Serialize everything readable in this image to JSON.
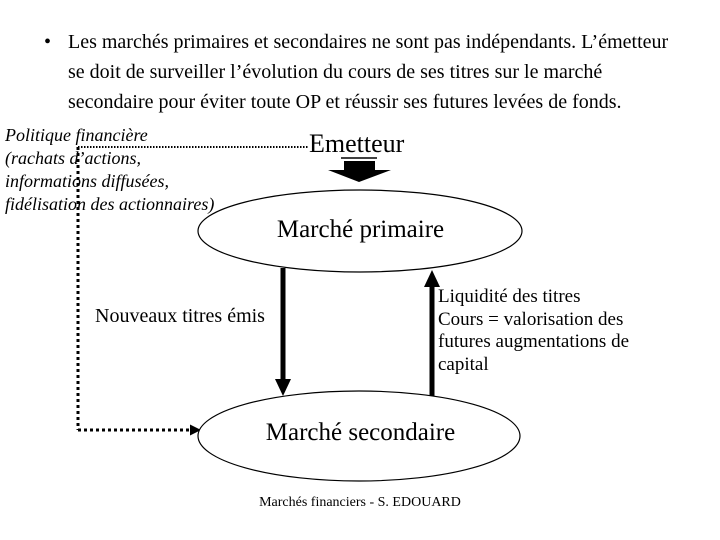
{
  "slide": {
    "background": "#ffffff",
    "ink_color": "#000000",
    "bullet": {
      "glyph": "•",
      "text": "Les marchés primaires et secondaires ne sont pas indépendants. L’émetteur\nse doit de surveiller l’évolution du cours de ses titres sur le marché\nsecondaire pour éviter toute OP et réussir ses futures levées de fonds."
    },
    "left_note": "Politique financière\n(rachats d’actions,\ninformations diffusées,\nfidélisation des actionnaires)",
    "emitter_label": "Emetteur",
    "primary_market_label": "Marché primaire",
    "secondary_market_label": "Marché secondaire",
    "new_titles_label": "Nouveaux titres émis",
    "liquidity_note": "Liquidité des titres\nCours = valorisation des\nfutures augmentations de\ncapital",
    "footer": "Marchés financiers - S. EDOUARD"
  }
}
